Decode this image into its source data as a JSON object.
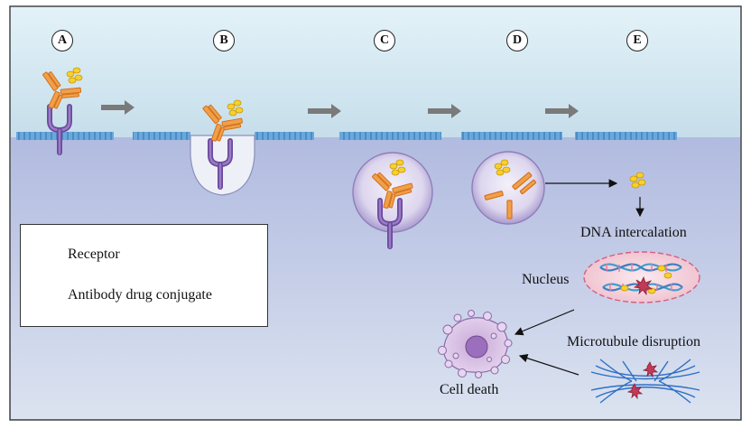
{
  "steps": [
    "A",
    "B",
    "C",
    "D",
    "E"
  ],
  "legend": {
    "receptor_label": "Receptor",
    "adc_label": "Antibody drug conjugate"
  },
  "labels": {
    "dna_intercalation": "DNA intercalation",
    "nucleus": "Nucleus",
    "microtubule_disruption": "Microtubule disruption",
    "cell_death": "Cell death"
  },
  "colors": {
    "extracellular": "#d8ecf3",
    "cytoplasm": "#b4bfe0",
    "membrane": "#5b9fd4",
    "receptor": "#7a58a8",
    "antibody": "#e8892e",
    "drug": "#f4c51c",
    "vesicle": "#dcd6ee",
    "nucleus": "#f0cbd5",
    "arrow": "#7a7a7a"
  }
}
